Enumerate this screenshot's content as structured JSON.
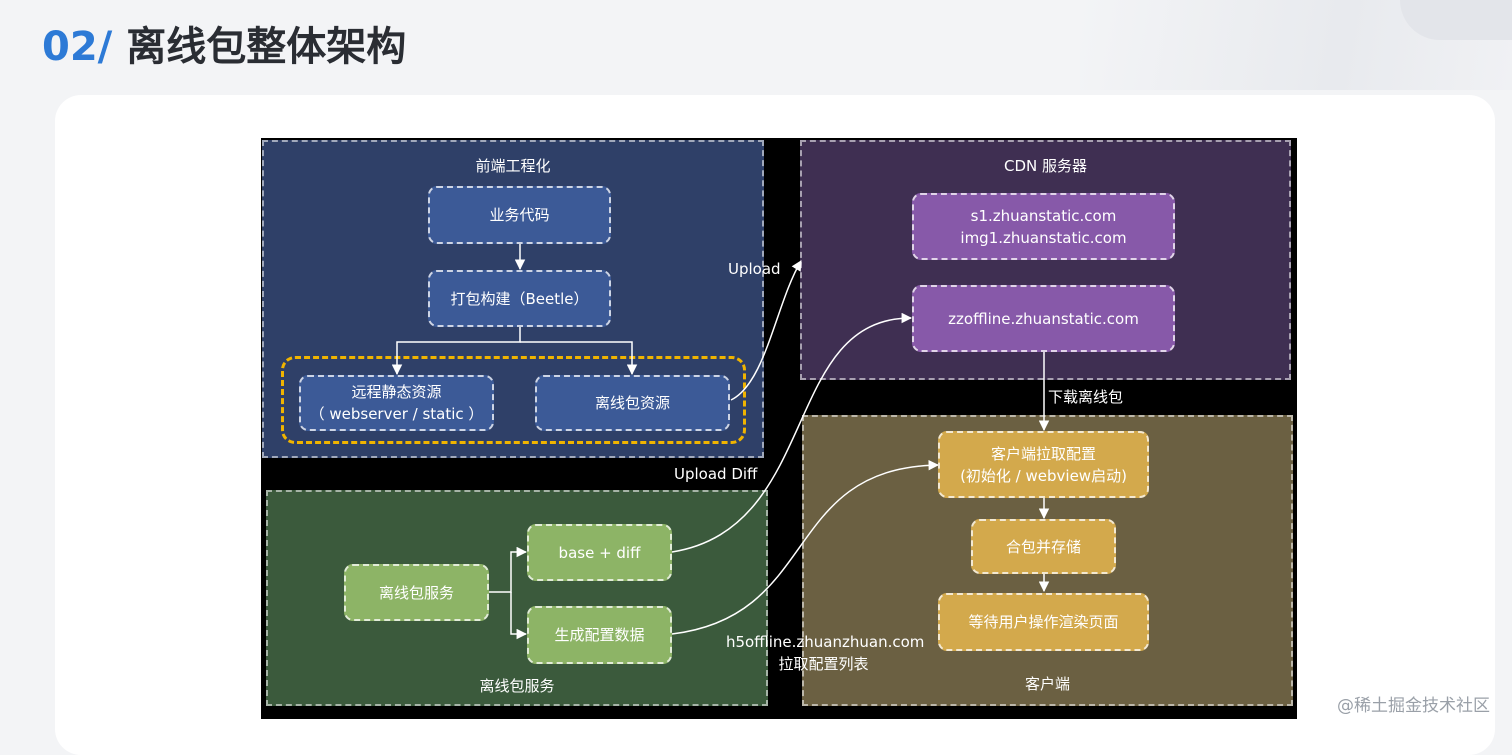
{
  "header": {
    "number": "02/",
    "title": "离线包整体架构"
  },
  "regions": {
    "frontend": {
      "label": "前端工程化"
    },
    "cdn": {
      "label": "CDN 服务器"
    },
    "service": {
      "label": "离线包服务"
    },
    "client": {
      "label": "客户端"
    }
  },
  "nodes": {
    "business_code": "业务代码",
    "build": "打包构建（Beetle）",
    "remote_static_line1": "远程静态资源",
    "remote_static_line2": "（ webserver / static ）",
    "offline_resource": "离线包资源",
    "cdn_domain_line1": "s1.zhuanstatic.com",
    "cdn_domain_line2": "img1.zhuanstatic.com",
    "zzoffline": "zzoffline.zhuanstatic.com",
    "offline_service": "离线包服务",
    "base_diff": "base + diff",
    "gen_config": "生成配置数据",
    "client_pull_line1": "客户端拉取配置",
    "client_pull_line2": "(初始化 / webview启动)",
    "merge_store": "合包并存储",
    "wait_render": "等待用户操作渲染页面"
  },
  "edge_labels": {
    "upload": "Upload",
    "upload_diff": "Upload Diff",
    "download": "下载离线包",
    "h5_line1": "h5offline.zhuanzhuan.com",
    "h5_line2": "拉取配置列表"
  },
  "watermark": "@稀土掘金技术社区",
  "colors": {
    "frontend_bg": "#2f4068",
    "cdn_bg": "#3f2f52",
    "service_bg": "#3b5a3c",
    "client_bg": "#6b6042",
    "highlight": "#f0b400",
    "accent_blue": "#2d7ad6"
  }
}
